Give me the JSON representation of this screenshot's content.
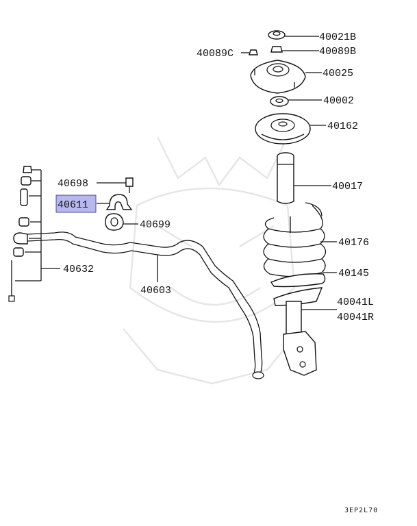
{
  "diagram": {
    "part_labels": {
      "p40021B": "40021B",
      "p40089B": "40089B",
      "p40089C": "40089C",
      "p40025": "40025",
      "p40002": "40002",
      "p40162": "40162",
      "p40017": "40017",
      "p40698": "40698",
      "p40611": "40611",
      "p40699": "40699",
      "p40176": "40176",
      "p40145": "40145",
      "p40632": "40632",
      "p40603": "40603",
      "p40041L": "40041L",
      "p40041R": "40041R"
    },
    "highlighted_part": "40611",
    "highlight_color": "#b8b8ee",
    "figure_code": "3EP2L70"
  }
}
